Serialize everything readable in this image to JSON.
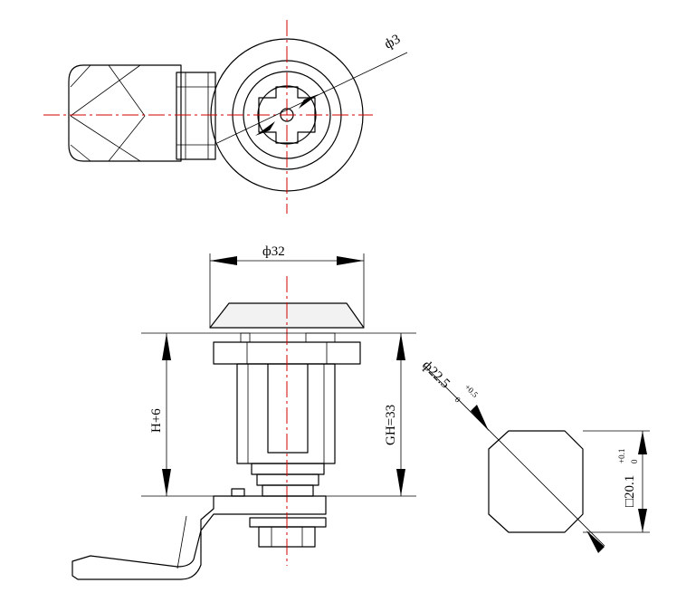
{
  "labels": {
    "top_hole_dia": "ф3",
    "body_dia": "ф32",
    "height_h": "H+6",
    "grip_height": "GH=33",
    "cutout_dia": "ф22.5",
    "cutout_dia_tol_upper": "+0.5",
    "cutout_dia_tol_lower": "0",
    "cutout_square": "□20.1",
    "cutout_square_tol_upper": "+0.1",
    "cutout_square_tol_lower": "0"
  },
  "colors": {
    "line": "#000000",
    "centerline": "#d00000",
    "background": "#ffffff"
  }
}
